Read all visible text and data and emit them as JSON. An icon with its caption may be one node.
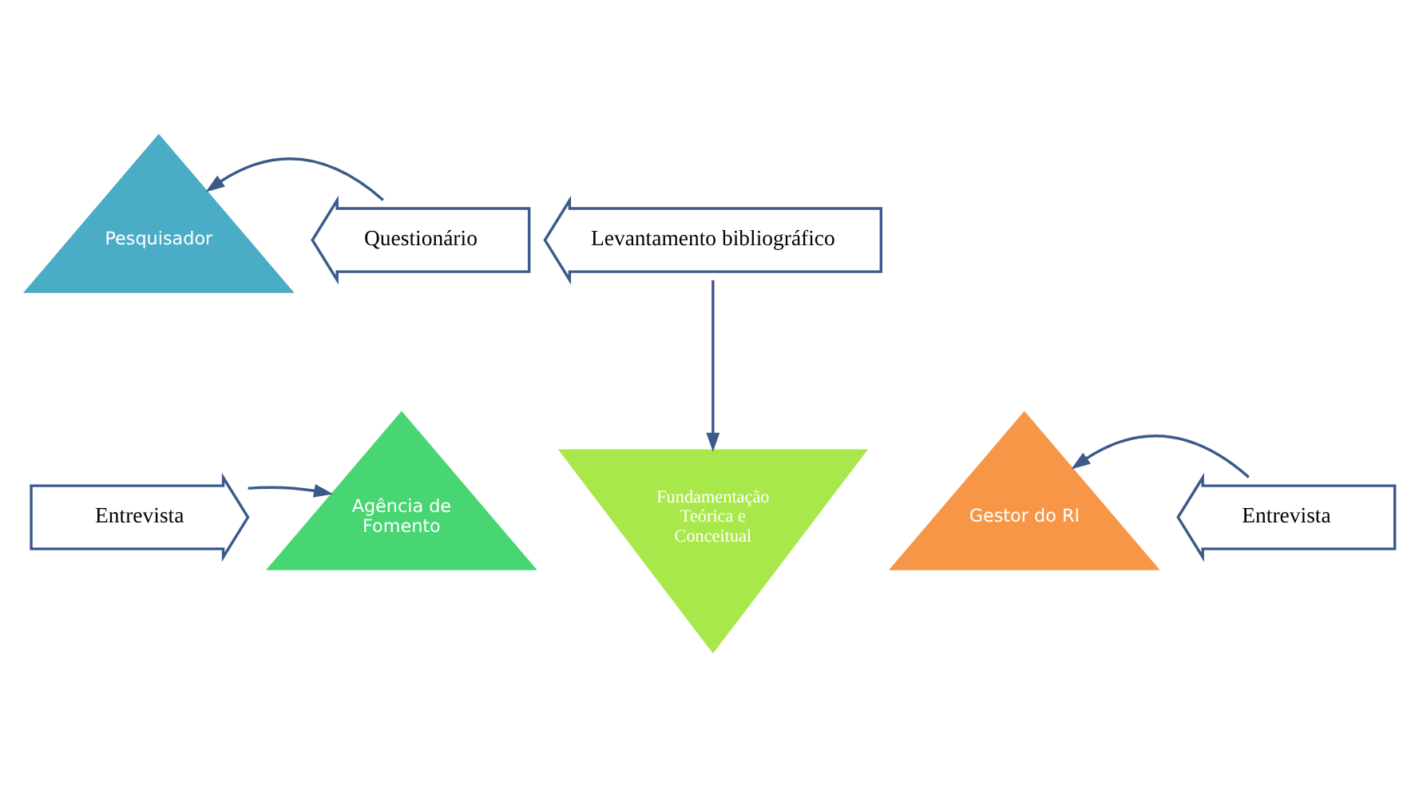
{
  "diagram": {
    "nodes": [
      {
        "text": [
          "Pesquisador"
        ]
      },
      {
        "text": [
          "Questionário"
        ]
      },
      {
        "text": [
          "Levantamento bibliográfico"
        ]
      },
      {
        "text": [
          "Fundamentação Teórica e Conceitual"
        ]
      },
      {
        "text": [
          "Entrevista"
        ]
      },
      {
        "text": [
          "Agência de Fomento"
        ]
      },
      {
        "text": [
          "Gestor do RI"
        ]
      },
      {
        "text": [
          "Entrevista"
        ]
      }
    ],
    "edges": [
      {
        "from": 1,
        "to": 0,
        "arrow": "to"
      },
      {
        "from": 2,
        "to": 3,
        "arrow": "to"
      },
      {
        "from": 4,
        "to": 5,
        "arrow": "to"
      },
      {
        "from": 7,
        "to": 6,
        "arrow": "to"
      }
    ]
  }
}
